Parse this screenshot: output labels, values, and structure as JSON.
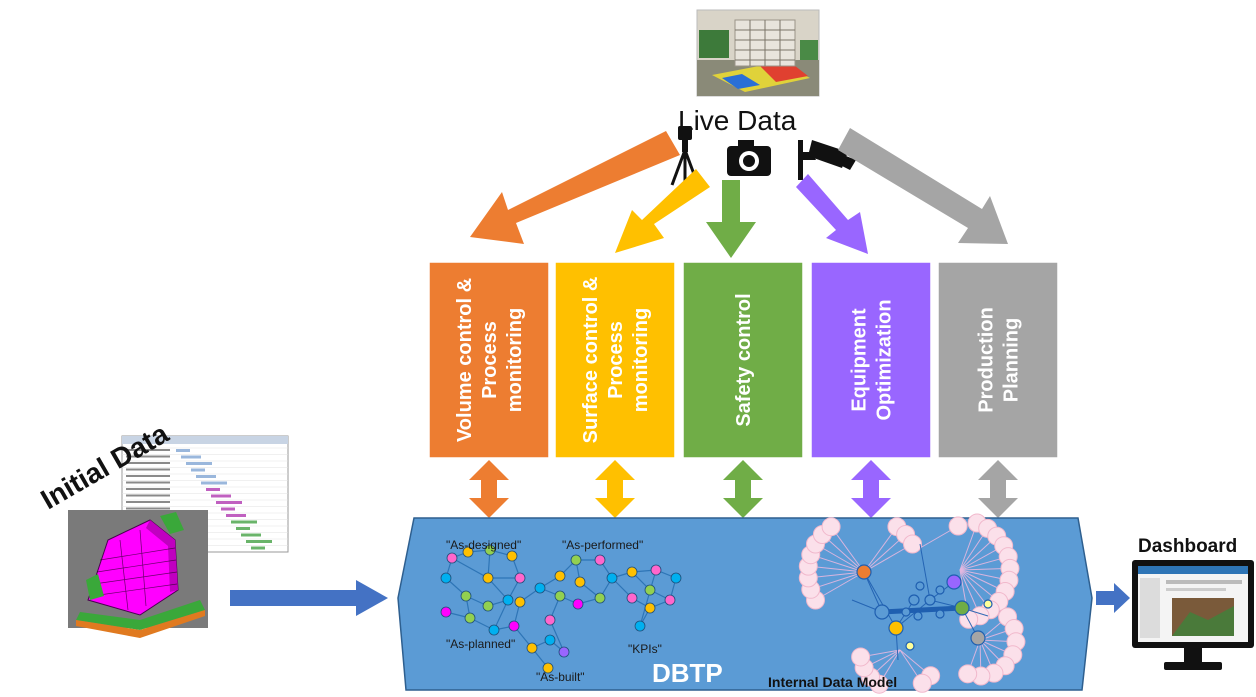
{
  "live_data": {
    "title": "Live Data",
    "sensor_icons": [
      "total-station-icon",
      "camera-icon",
      "cctv-camera-icon"
    ]
  },
  "initial_data": {
    "title": "Initial Data",
    "images": [
      "gantt-schedule-image",
      "bim-building-model-image"
    ]
  },
  "modules": [
    {
      "lines": [
        "Volume control &",
        "Process",
        "monitoring"
      ],
      "color": "#ED7D31",
      "arrow_color": "#ED7D31"
    },
    {
      "lines": [
        "Surface control &",
        "Process",
        "monitoring"
      ],
      "color": "#FFC000",
      "arrow_color": "#FFC000"
    },
    {
      "lines": [
        "Safety control"
      ],
      "color": "#70AD47",
      "arrow_color": "#70AD47"
    },
    {
      "lines": [
        "Equipment",
        "Optimization"
      ],
      "color": "#9966FF",
      "arrow_color": "#9966FF"
    },
    {
      "lines": [
        "Production",
        "Planning"
      ],
      "color": "#A5A5A5",
      "arrow_color": "#A5A5A5"
    }
  ],
  "dbtp": {
    "label": "DBTP",
    "color": "#5B9BD5",
    "graph_labels": {
      "as_designed": "\"As-designed\"",
      "as_performed": "\"As-performed\"",
      "as_planned": "\"As-planned\"",
      "as_built": "\"As-built\"",
      "kpis": "\"KPIs\""
    },
    "internal_model_label": "Internal Data Model"
  },
  "dashboard": {
    "title": "Dashboard"
  },
  "flow_arrow_color": "#4472C4"
}
